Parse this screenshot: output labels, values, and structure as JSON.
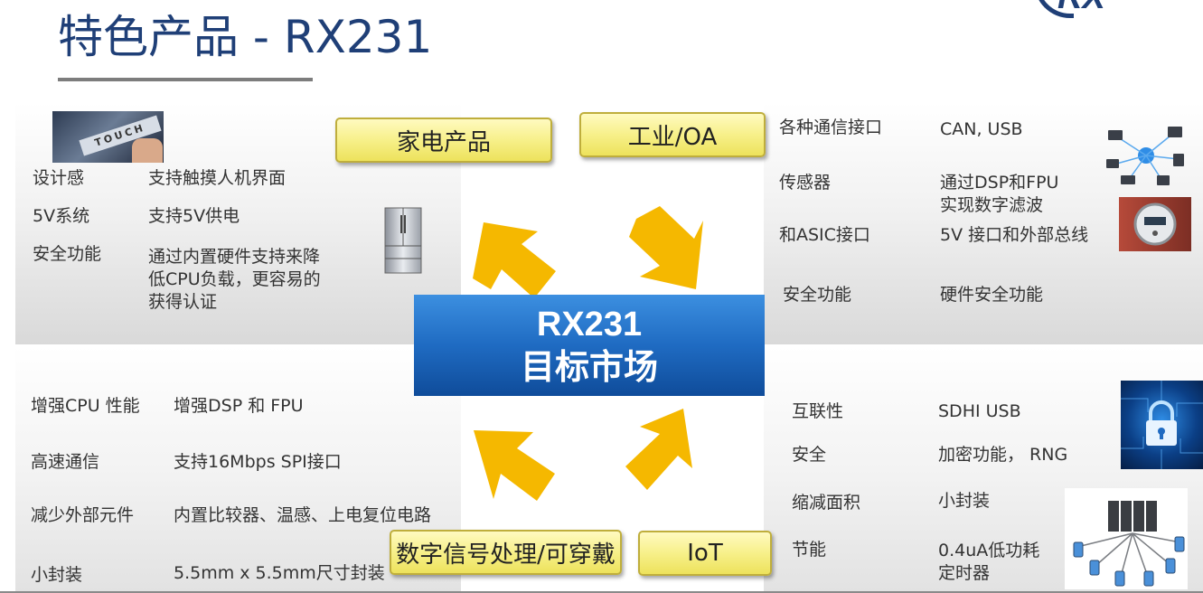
{
  "title": "特色产品 - RX231",
  "logo_text": "RX",
  "center": {
    "line1": "RX231",
    "line2": "目标市场"
  },
  "tags": {
    "appliance": "家电产品",
    "industrial": "工业/OA",
    "dsp": "数字信号处理/可穿戴",
    "iot": "IoT"
  },
  "top_left": {
    "image_label": "TOUCH",
    "rows": [
      {
        "label": "设计感",
        "value": "支持触摸人机界面"
      },
      {
        "label": "5V系统",
        "value": "支持5V供电"
      },
      {
        "label": "安全功能",
        "value_lines": [
          "通过内置硬件支持来降",
          "低CPU负载，更容易的",
          "获得认证"
        ]
      }
    ]
  },
  "top_right": {
    "rows": [
      {
        "label": "各种通信接口",
        "value": "CAN, USB"
      },
      {
        "label": "传感器",
        "value_lines": [
          "通过DSP和FPU",
          "实现数字滤波"
        ]
      },
      {
        "label": "和ASIC接口",
        "value": "5V 接口和外部总线"
      },
      {
        "label": "安全功能",
        "value": "硬件安全功能"
      }
    ]
  },
  "bottom_left": {
    "rows": [
      {
        "label": "增强CPU 性能",
        "value": "增强DSP 和 FPU"
      },
      {
        "label": "高速通信",
        "value": "支持16Mbps SPI接口"
      },
      {
        "label": "减少外部元件",
        "value": "内置比较器、温感、上电复位电路"
      },
      {
        "label": "小封装",
        "value": "5.5mm x 5.5mm尺寸封装"
      }
    ]
  },
  "bottom_right": {
    "rows": [
      {
        "label": "互联性",
        "value": "SDHI USB"
      },
      {
        "label": "安全",
        "value": "加密功能， RNG"
      },
      {
        "label": "缩减面积",
        "value": "小封装"
      },
      {
        "label": "节能",
        "value_lines": [
          "0.4uA低功耗",
          "定时器"
        ]
      }
    ]
  },
  "colors": {
    "title": "#1f3f77",
    "center_box": "#1f6bc2",
    "arrow": "#f5b800",
    "tag_fill": "#f7f08a"
  },
  "icons": [
    "touch-screen-image",
    "refrigerator-image",
    "network-devices-image",
    "smart-meter-image",
    "security-lock-image",
    "server-cluster-image"
  ]
}
